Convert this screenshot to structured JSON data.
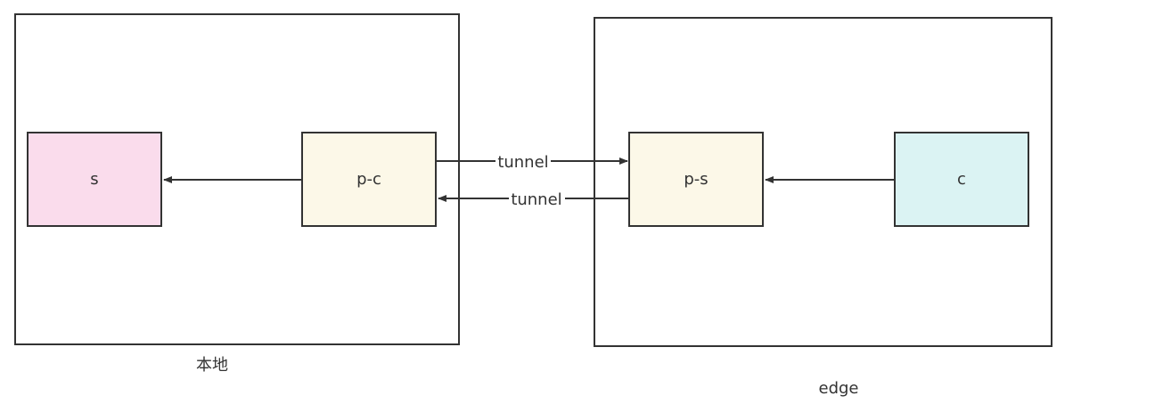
{
  "containers": {
    "local": {
      "label": "本地"
    },
    "edge": {
      "label": "edge"
    }
  },
  "nodes": {
    "s": {
      "label": "s",
      "fill": "#fadcec"
    },
    "pc": {
      "label": "p-c",
      "fill": "#fcf8e8"
    },
    "ps": {
      "label": "p-s",
      "fill": "#fcf8e8"
    },
    "c": {
      "label": "c",
      "fill": "#dbf3f3"
    }
  },
  "edges": {
    "pc_to_ps": {
      "label": "tunnel"
    },
    "ps_to_pc": {
      "label": "tunnel"
    }
  },
  "colors": {
    "stroke": "#333333",
    "background": "#ffffff"
  }
}
